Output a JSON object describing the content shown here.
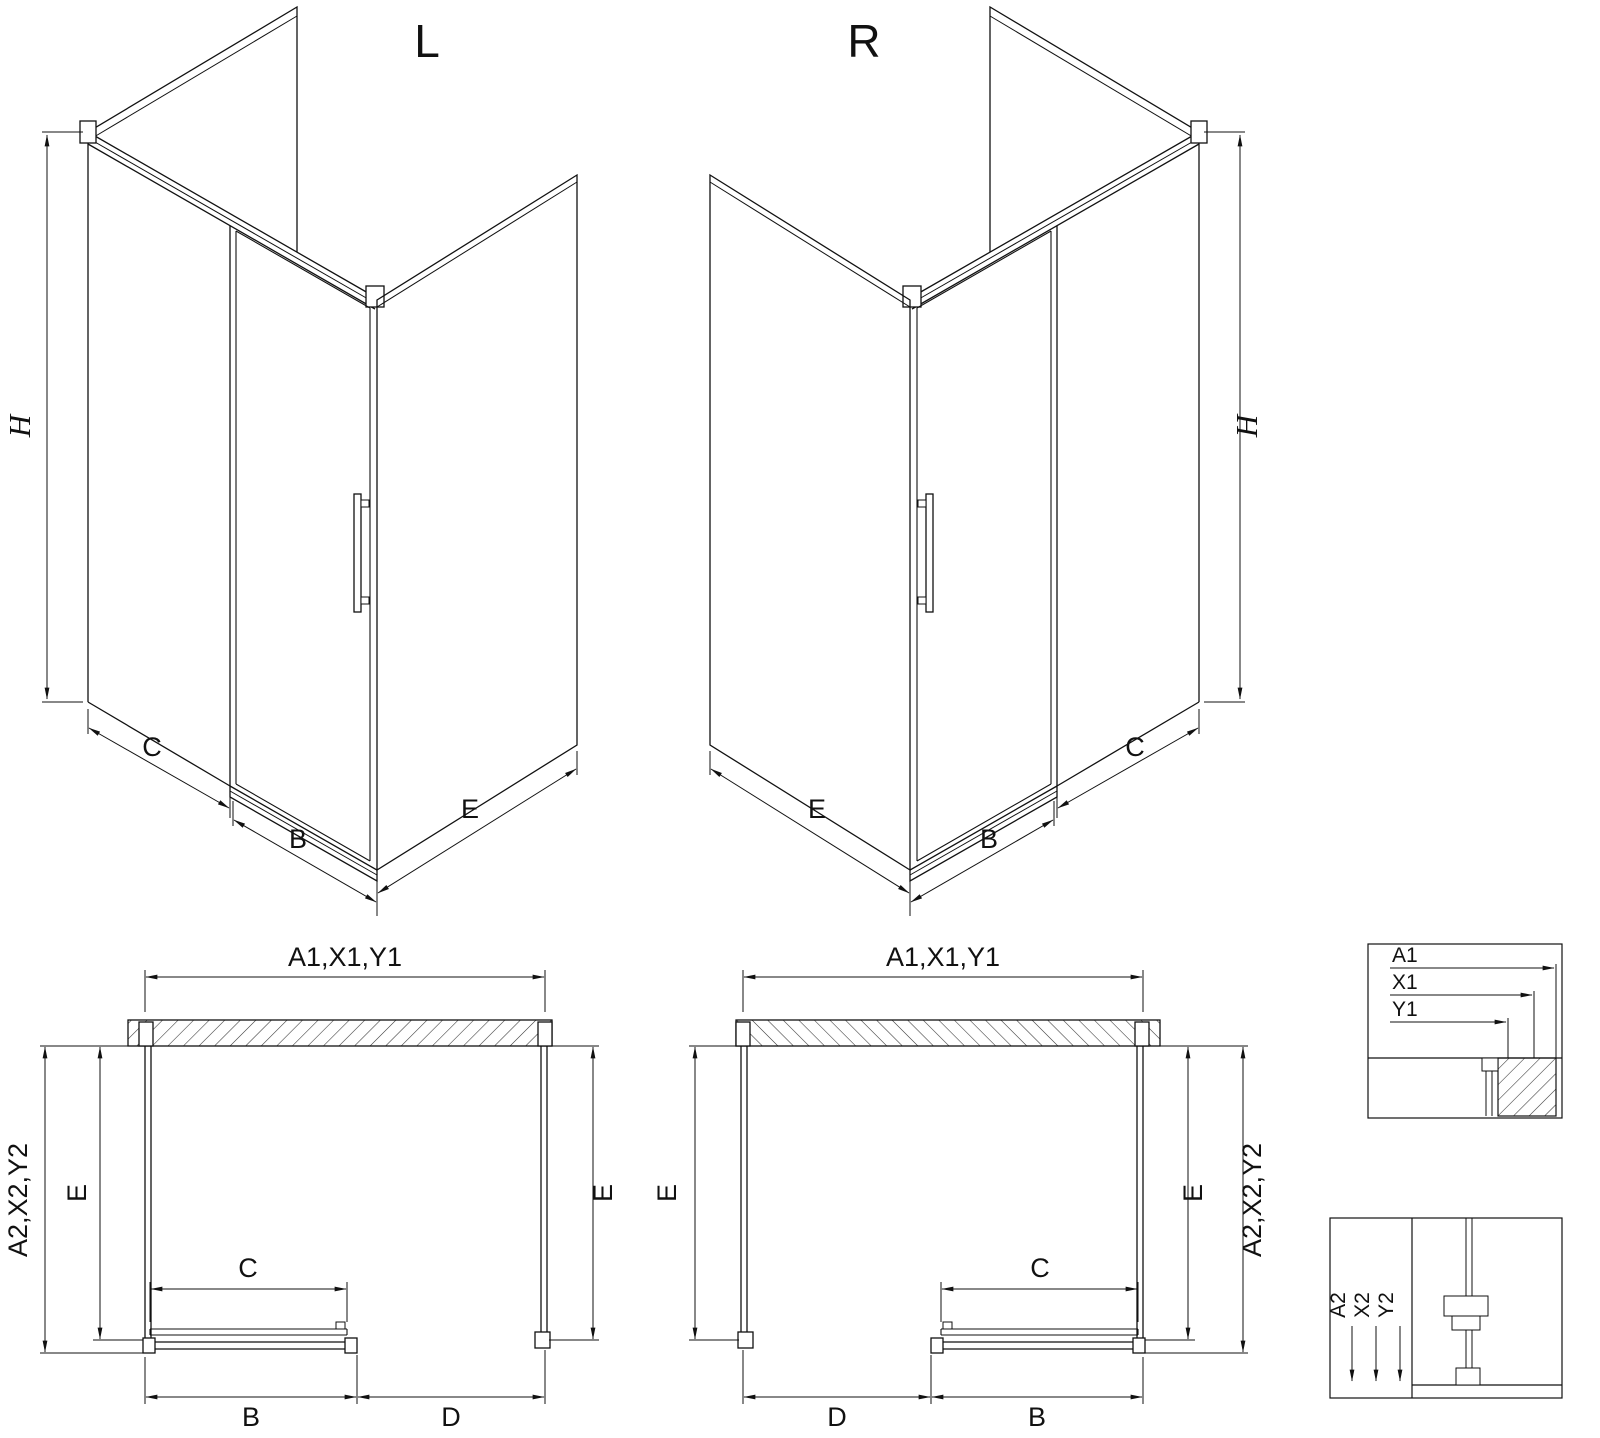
{
  "drawing": {
    "colors": {
      "line": "#111111",
      "background": "#ffffff"
    },
    "views": {
      "iso_left": {
        "title": "L",
        "height": "H",
        "panel_c": "C",
        "door_b": "B",
        "return_e": "E"
      },
      "iso_right": {
        "title": "R",
        "height": "H",
        "panel_c": "C",
        "door_b": "B",
        "return_e": "E"
      },
      "plan_left": {
        "width_top": "A1,X1,Y1",
        "side": "A2,X2,Y2",
        "e_left": "E",
        "e_right": "E",
        "door_c": "C",
        "b": "B",
        "d": "D"
      },
      "plan_right": {
        "width_top": "A1,X1,Y1",
        "side": "A2,X2,Y2",
        "e_left": "E",
        "e_right": "E",
        "door_c": "C",
        "b": "B",
        "d": "D"
      },
      "detail_top": {
        "labels": [
          "A1",
          "X1",
          "Y1"
        ]
      },
      "detail_bottom": {
        "labels": [
          "A2",
          "X2",
          "Y2"
        ]
      }
    }
  }
}
